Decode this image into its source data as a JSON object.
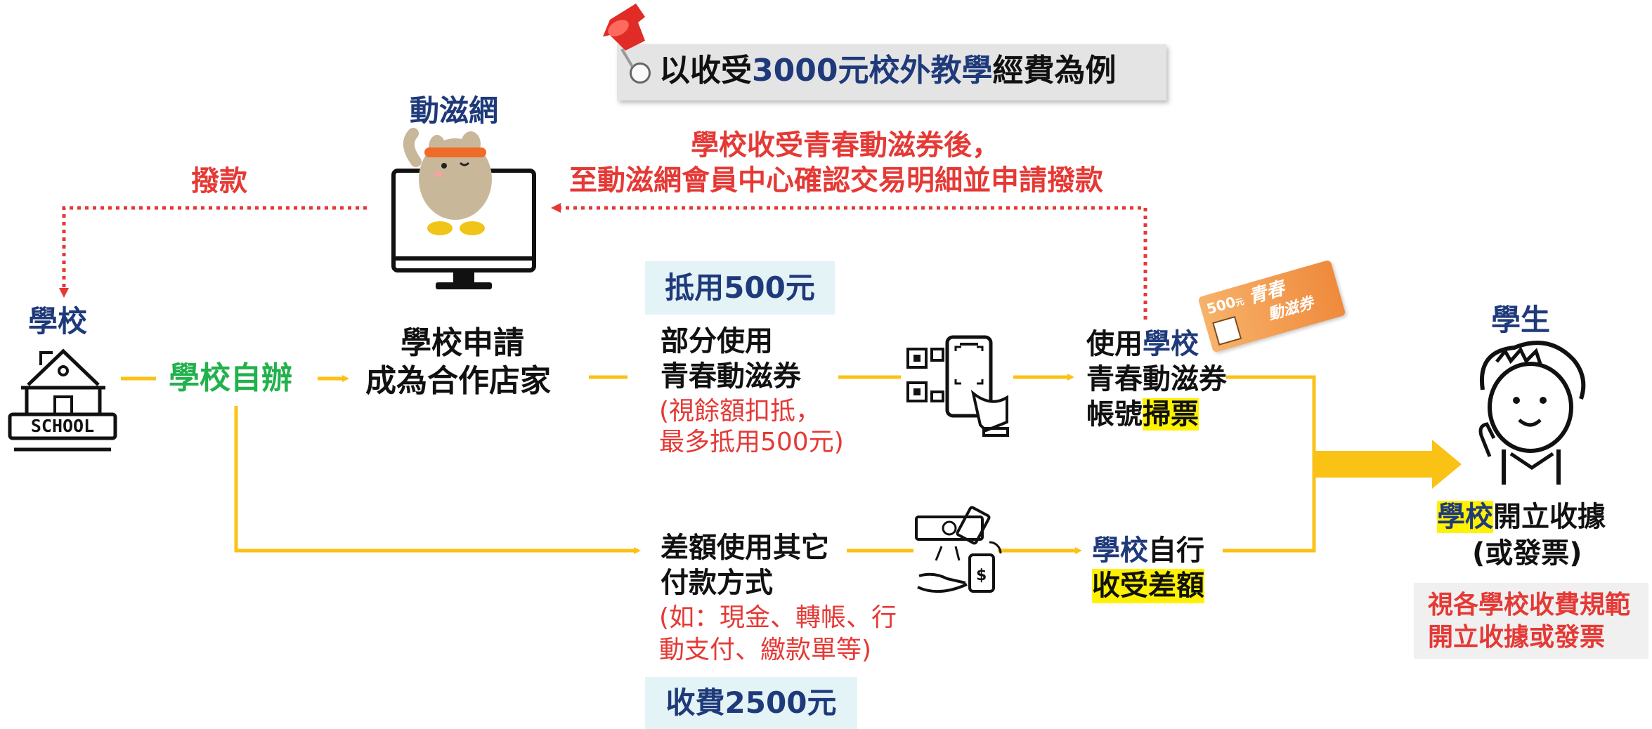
{
  "header": {
    "prefix": "以收受",
    "amount": "3000元",
    "mid": "校外教學",
    "suffix": "經費為例"
  },
  "nodes": {
    "platform": "動滋網",
    "school": "學校",
    "student": "學生",
    "school_icon_text": "SCHOOL"
  },
  "labels": {
    "disbursement": "撥款",
    "apply_line1": "學校收受青春動滋券後，",
    "apply_line2": "至動滋網會員中心確認交易明細並申請撥款",
    "self_run": "學校自辦",
    "merchant_line1": "學校申請",
    "merchant_line2": "成為合作店家",
    "deduct_badge": "抵用500元",
    "partial_line1": "部分使用",
    "partial_line2": "青春動滋券",
    "partial_note1": "(視餘額扣抵，",
    "partial_note2": "最多抵用500元)",
    "scan_line1_a": "使用",
    "scan_line1_b": "學校",
    "scan_line2": "青春動滋券",
    "scan_line3_a": "帳號",
    "scan_line3_b": "掃票",
    "diff_line1": "差額使用其它",
    "diff_line2": "付款方式",
    "diff_note1": "(如：現金、轉帳、行",
    "diff_note2": "動支付、繳款單等)",
    "collect_line1_a": "學校",
    "collect_line1_b": "自行",
    "collect_line2": "收受差額",
    "fee_badge": "收費2500元",
    "receipt_line1_a": "學校",
    "receipt_line1_b": "開立收據",
    "receipt_line2": "(或發票)",
    "note_line1": "視各學校收費規範",
    "note_line2": "開立收據或發票"
  },
  "coupon": {
    "value": "500",
    "unit": "元",
    "title1": "青春",
    "title2": "動滋券"
  },
  "colors": {
    "navy": "#1f3a7a",
    "green": "#22b14c",
    "red": "#e53935",
    "yellow_arrow": "#fbc216",
    "highlight": "#fff200",
    "badge_bg": "#e4f3f6",
    "header_bg": "#e4e4e4",
    "note_bg": "#f0f0f0"
  },
  "icons": [
    "pushpin-icon",
    "computer-mascot-icon",
    "school-building-icon",
    "qr-phone-scan-icon",
    "cash-payment-icon",
    "coupon-ticket-icon",
    "student-thumbs-up-icon"
  ]
}
